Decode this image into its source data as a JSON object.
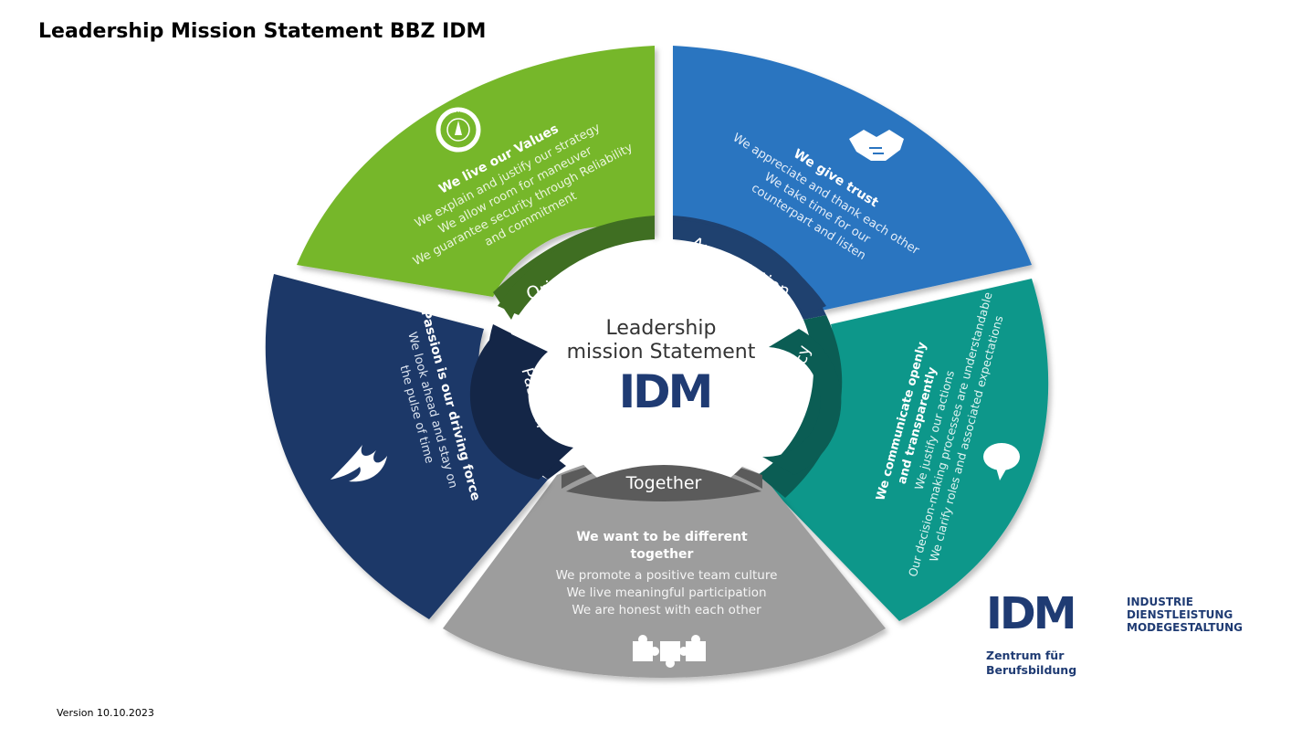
{
  "page": {
    "title": "Leadership Mission Statement BBZ IDM",
    "version": "Version 10.10.2023"
  },
  "center": {
    "line1": "Leadership",
    "line2": "mission Statement",
    "logo": "IDM"
  },
  "segments": {
    "orientation": {
      "label": "Orientation",
      "heading": "We live our Values",
      "lines": [
        "We explain and justify our strategy",
        "We allow room for maneuver",
        "We guarantee security through Reliability",
        "and commitment"
      ],
      "icon": "compass-icon",
      "color": "#76b72a",
      "inner_color": "#3f6e22"
    },
    "appreciation": {
      "label": "Appreciation",
      "heading": "We give trust",
      "lines": [
        "We appreciate and thank each other",
        "We take time for our",
        "counterpart and listen"
      ],
      "icon": "handshake-icon",
      "color": "#2a74c0",
      "inner_color": "#1f416f"
    },
    "transparency": {
      "label": "Transparency",
      "heading1": "We communicate openly",
      "heading2": "and transparently",
      "lines": [
        "We justify our actions",
        "Our decision-making processes are understandable",
        "We clarify roles and associated expectations"
      ],
      "icon": "speech-bubble-icon",
      "color": "#0f978a",
      "inner_color": "#0b5d54"
    },
    "together": {
      "label": "Together",
      "heading1": "We want to be different",
      "heading2": "together",
      "lines": [
        "We promote a positive team culture",
        "We live meaningful participation",
        "We are honest with each other"
      ],
      "icon": "puzzle-icon",
      "color": "#9d9d9d",
      "inner_color": "#5b5b5b"
    },
    "passion": {
      "label": "Passion",
      "heading": "Passion is our driving force",
      "lines": [
        "We look ahead and stay on",
        "the pulse of time"
      ],
      "icon": "flame-icon",
      "color": "#1c3967",
      "inner_color": "#142647"
    }
  },
  "logo": {
    "mark": "IDM",
    "line1": "INDUSTRIE",
    "line2": "DIENSTLEISTUNG",
    "line3": "MODEGESTALTUNG",
    "sub1": "Zentrum für",
    "sub2": "Berufsbildung",
    "color": "#1f3b73"
  }
}
